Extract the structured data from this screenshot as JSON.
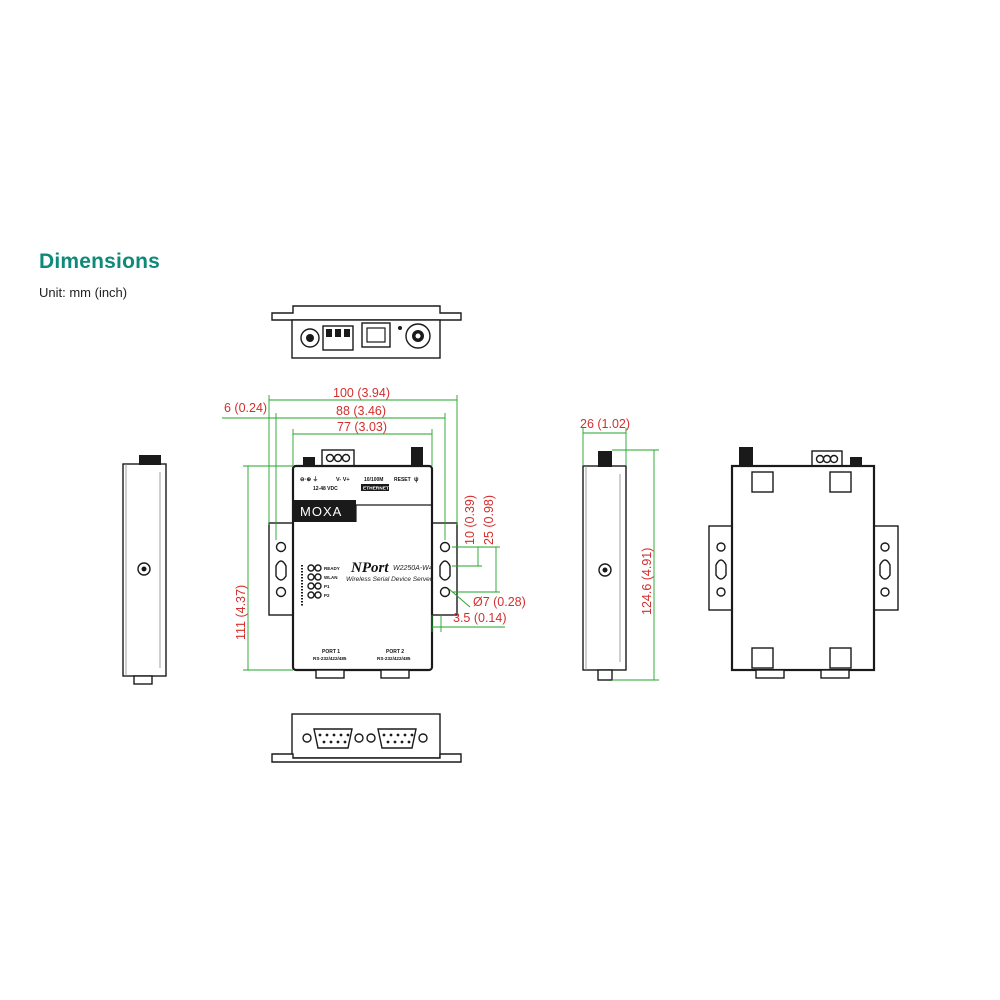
{
  "header": {
    "title": "Dimensions",
    "unit_note": "Unit: mm (inch)"
  },
  "dimensions": {
    "width_total": "100 (3.94)",
    "width_holes": "88 (3.46)",
    "width_body": "77 (3.03)",
    "ear_offset": "6 (0.24)",
    "height_body": "111 (4.37)",
    "slot_10": "10 (0.39)",
    "slot_25": "25 (0.98)",
    "hole_dia": "Ø7 (0.28)",
    "ear_3_5": "3.5 (0.14)",
    "depth": "26 (1.02)",
    "height_total": "124.6 (4.91)"
  },
  "device": {
    "brand": "MOXA",
    "product": "NPort",
    "model": "W2250A-W4",
    "tagline": "Wireless Serial Device Server",
    "power_label": "12-48 VDC",
    "power_pins": "V-  V+",
    "ethernet_speed": "10/100M",
    "ethernet_label": "ETHERNET",
    "reset_label": "RESET",
    "led_ready": "READY",
    "led_wlan": "WLAN",
    "led_p1": "P1",
    "led_p2": "P2",
    "port1_name": "PORT 1",
    "port1_type": "RS-232/422/485",
    "port2_name": "PORT 2",
    "port2_type": "RS-232/422/485"
  },
  "colors": {
    "title": "#0f8a78",
    "dimension_text": "#d32f2f",
    "dimension_line": "#22a32a",
    "outline": "#1a1a1a"
  }
}
